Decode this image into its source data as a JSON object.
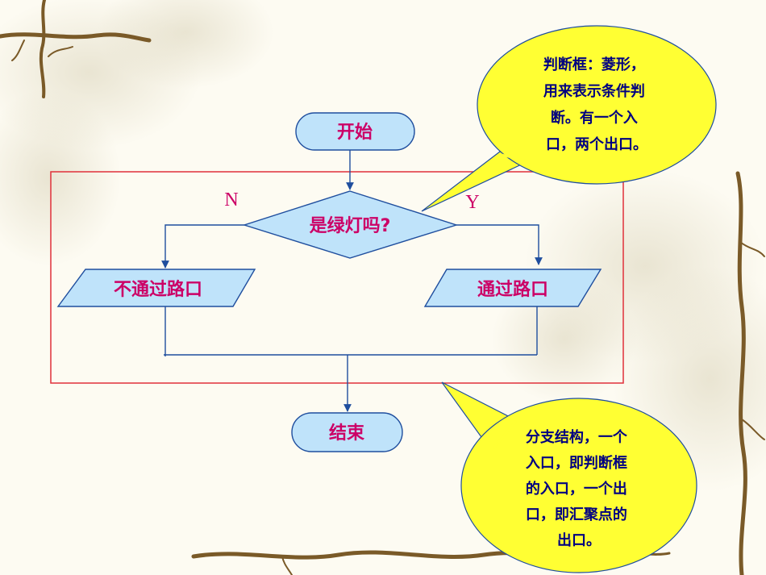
{
  "flowchart": {
    "start_label": "开始",
    "decision_label": "是绿灯吗?",
    "no_label": "N",
    "yes_label": "Y",
    "no_action_label": "不通过路口",
    "yes_action_label": "通过路口",
    "end_label": "结束"
  },
  "callouts": {
    "decision": {
      "lines": [
        "判断框：菱形，",
        "用来表示条件判",
        "断。有一个入",
        "口，两个出口。"
      ]
    },
    "branch": {
      "lines": [
        "分支结构，一个",
        "入口，即判断框",
        "的入口，一个出",
        "口，即汇聚点的",
        "出口。"
      ]
    }
  },
  "colors": {
    "node_fill": "#bfe3fa",
    "node_stroke": "#1f4e9e",
    "node_text": "#cc0066",
    "connector": "#1f4e9e",
    "frame": "#e0303a",
    "callout_fill": "#ffff33",
    "callout_text": "#000080",
    "vine": "#7a5a28"
  }
}
